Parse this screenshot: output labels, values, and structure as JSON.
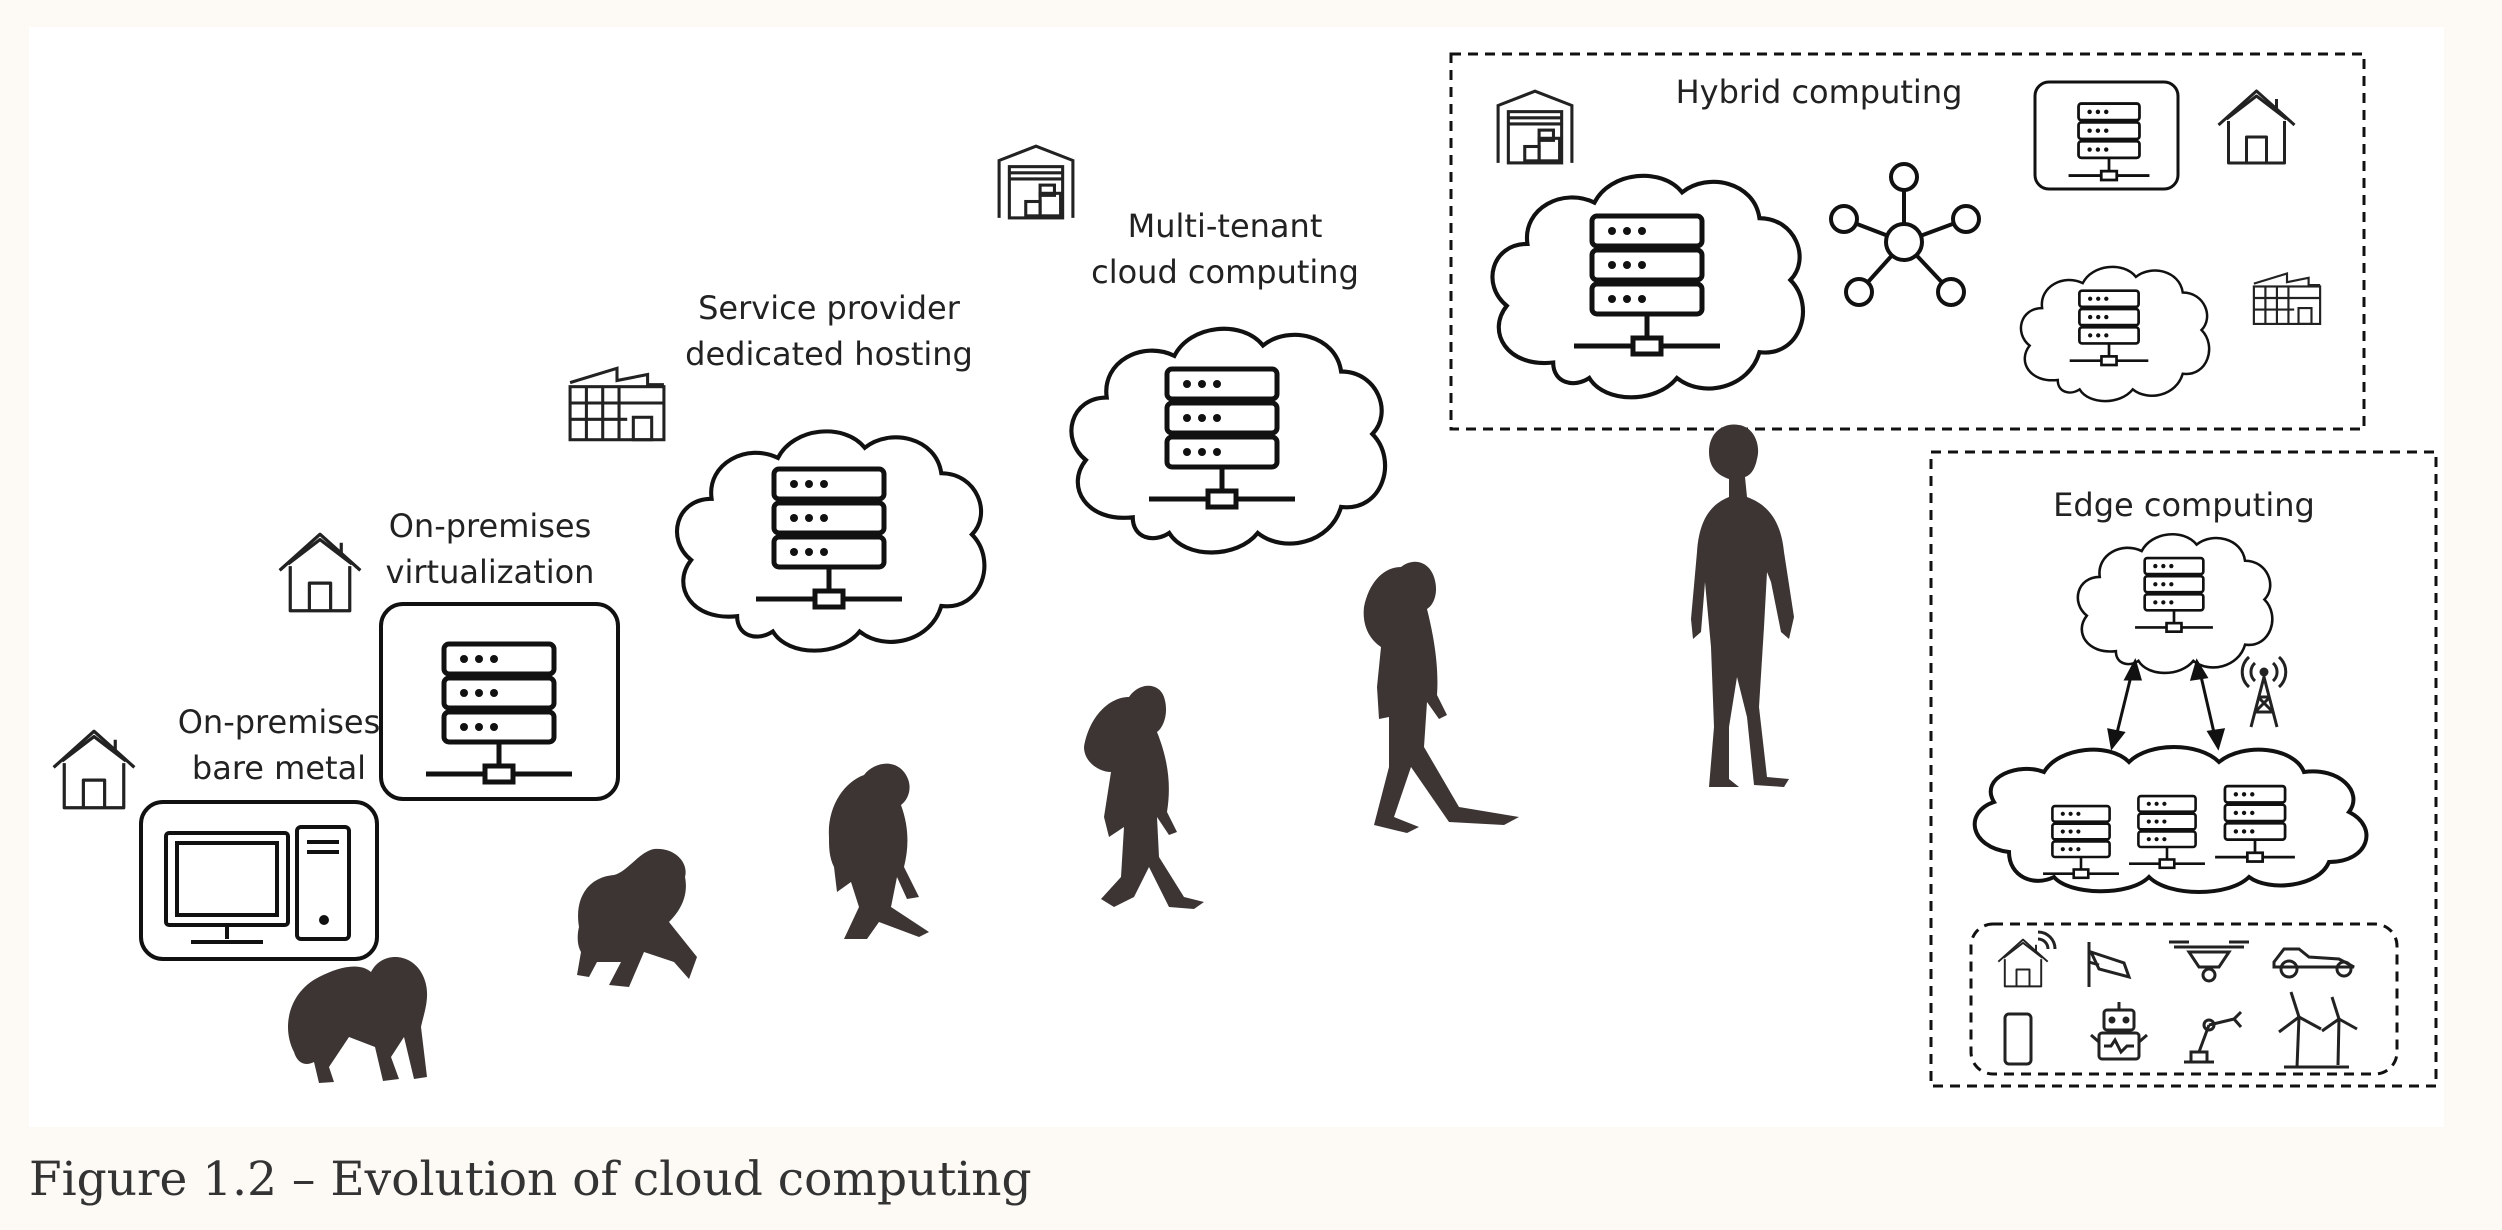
{
  "stages": {
    "bare_metal": {
      "line1": "On-premises",
      "line2": "bare metal"
    },
    "virtualization": {
      "line1": "On-premises",
      "line2": "virtualization"
    },
    "dedicated_hosting": {
      "line1": "Service provider",
      "line2": "dedicated hosting"
    },
    "multi_tenant": {
      "line1": "Multi-tenant",
      "line2": "cloud computing"
    },
    "hybrid": {
      "title": "Hybrid computing"
    },
    "edge": {
      "title": "Edge computing"
    }
  },
  "icons": {
    "house": "house-icon",
    "factory": "factory-icon",
    "warehouse": "warehouse-icon",
    "server": "server-rack-icon",
    "cloud": "cloud-icon",
    "network": "network-hub-icon",
    "cell_tower": "cell-tower-icon",
    "silhouette": "human-evolution-silhouette"
  },
  "colors": {
    "silhouette": "#3c3533",
    "line": "#111111",
    "background": "#ffffff"
  },
  "caption": "Figure 1.2 – Evolution of cloud computing"
}
